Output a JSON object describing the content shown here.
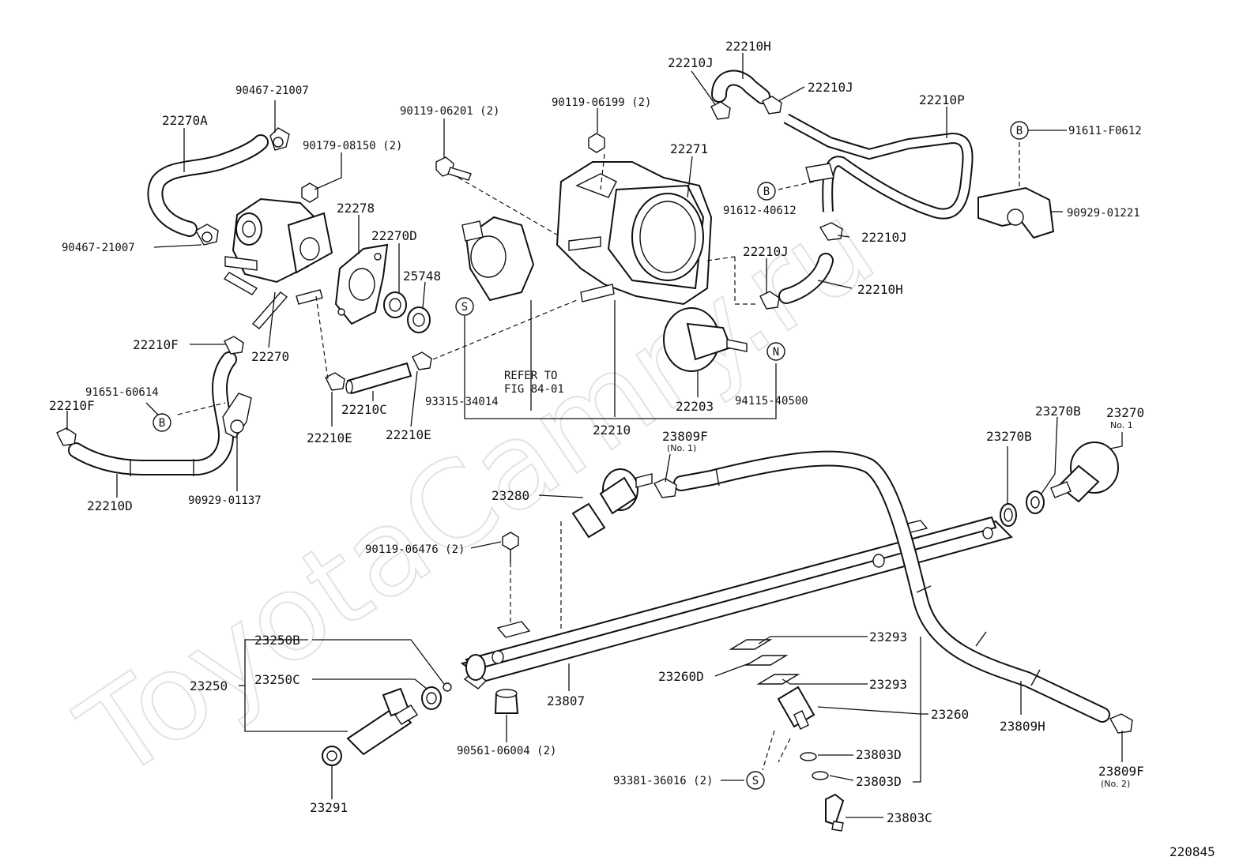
{
  "watermark": "ToyotaCamry.ru",
  "figure_code": "220845",
  "refer_note": {
    "line1": "REFER TO",
    "line2": "FIG 84-01"
  },
  "callouts": {
    "c_22270A": "22270A",
    "c_90467_top": "90467-21007",
    "c_90179": "90179-08150 (2)",
    "c_90467_left": "90467-21007",
    "c_22278": "22278",
    "c_22270D": "22270D",
    "c_25748": "25748",
    "c_22210F_a": "22210F",
    "c_22270": "22270",
    "c_91651": "91651-60614",
    "c_22210F_b": "22210F",
    "c_22210C": "22210C",
    "c_22210E_a": "22210E",
    "c_22210E_b": "22210E",
    "c_22210D": "22210D",
    "c_90929_01137": "90929-01137",
    "c_90119_06201": "90119-06201 (2)",
    "c_90119_06199": "90119-06199 (2)",
    "c_22271": "22271",
    "c_93315": "93315-34014",
    "c_22210": "22210",
    "c_22203": "22203",
    "c_94115": "94115-40500",
    "c_22210J_a": "22210J",
    "c_22210H_a": "22210H",
    "c_22210J_b": "22210J",
    "c_22210P": "22210P",
    "c_91611": "91611-F0612",
    "c_91612": "91612-40612",
    "c_22210J_c": "22210J",
    "c_22210J_d": "22210J",
    "c_90929_01221": "90929-01221",
    "c_22210H_b": "22210H",
    "c_23809F_1": "23809F",
    "c_no1_a": "(No. 1)",
    "c_23270B_a": "23270B",
    "c_23270": "23270",
    "c_no1_b": "No. 1",
    "c_23270B_b": "23270B",
    "c_23280": "23280",
    "c_90119_06476": "90119-06476 (2)",
    "c_23250B": "23250B",
    "c_23250": "23250",
    "c_23250C": "23250C",
    "c_23291": "23291",
    "c_23807": "23807",
    "c_90561": "90561-06004 (2)",
    "c_23293_a": "23293",
    "c_23260D": "23260D",
    "c_23293_b": "23293",
    "c_23260": "23260",
    "c_23803D_a": "23803D",
    "c_93381": "93381-36016 (2)",
    "c_23803D_b": "23803D",
    "c_23803C": "23803C",
    "c_23809H": "23809H",
    "c_23809F_2": "23809F",
    "c_no2": "(No. 2)"
  },
  "markers": {
    "m_B1": "B",
    "m_S1": "S",
    "m_N": "N",
    "m_B2": "B",
    "m_B3": "B",
    "m_S2": "S"
  }
}
